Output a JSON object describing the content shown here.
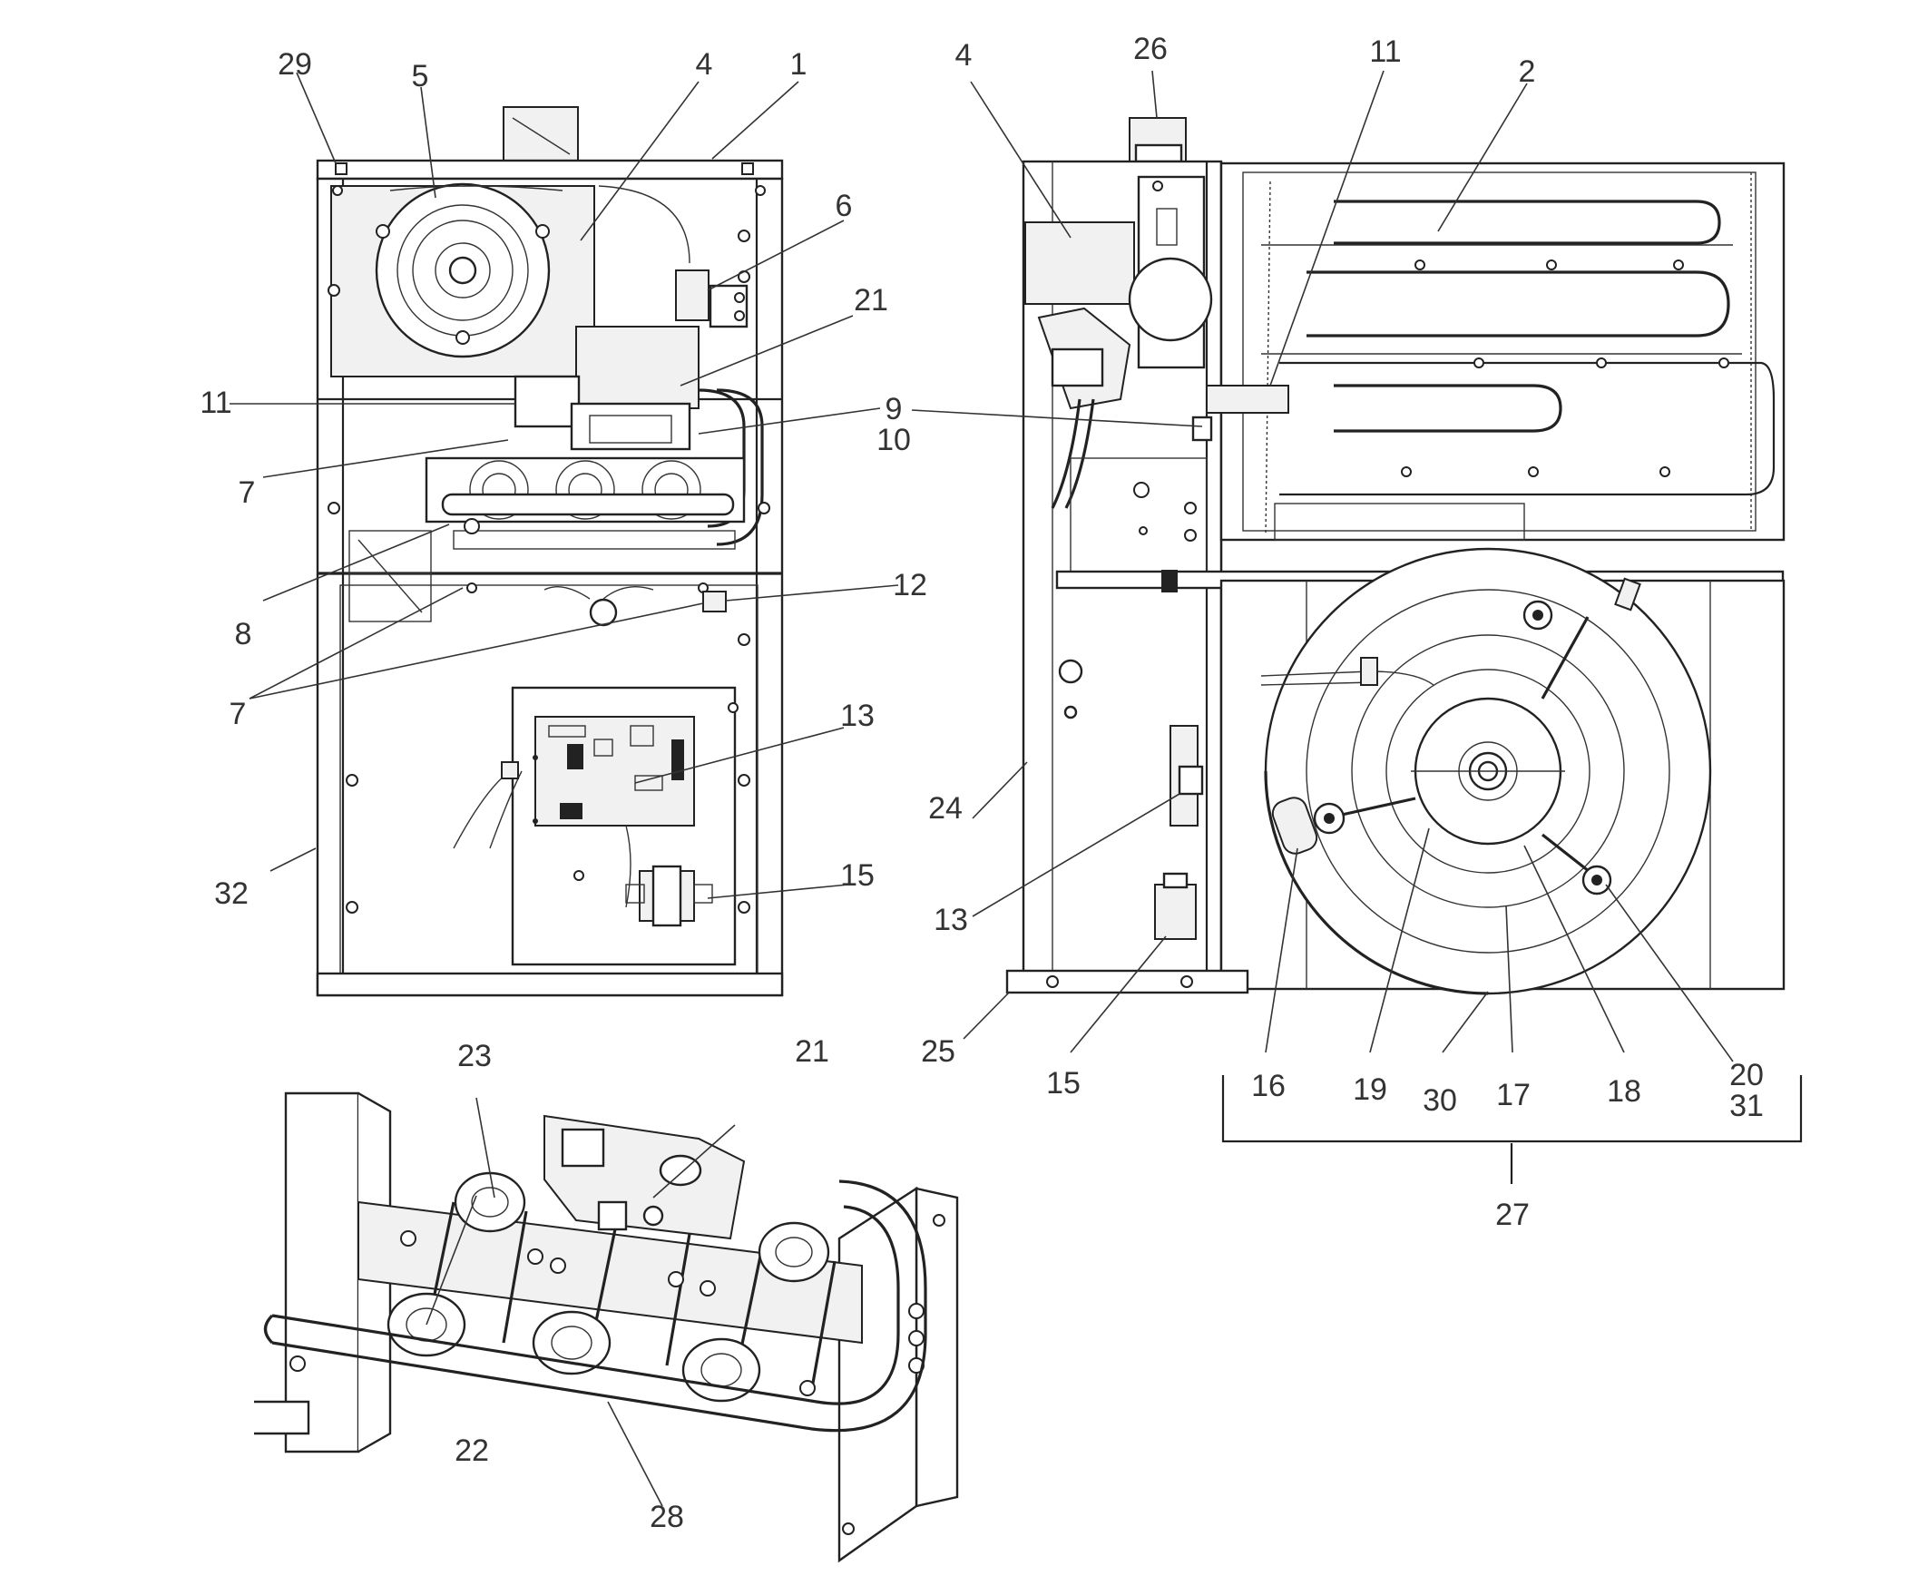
{
  "callouts": {
    "c1": "1",
    "c2": "2",
    "c4a": "4",
    "c4b": "4",
    "c5": "5",
    "c6": "6",
    "c7a": "7",
    "c7b": "7",
    "c8": "8",
    "c9": "9",
    "c10": "10",
    "c11a": "11",
    "c11b": "11",
    "c12": "12",
    "c13a": "13",
    "c13b": "13",
    "c15a": "15",
    "c15b": "15",
    "c16": "16",
    "c17": "17",
    "c18": "18",
    "c19": "19",
    "c20": "20",
    "c21a": "21",
    "c21b": "21",
    "c22": "22",
    "c23": "23",
    "c24": "24",
    "c25": "25",
    "c26": "26",
    "c27": "27",
    "c28": "28",
    "c29": "29",
    "c30": "30",
    "c31": "31",
    "c32": "32"
  }
}
